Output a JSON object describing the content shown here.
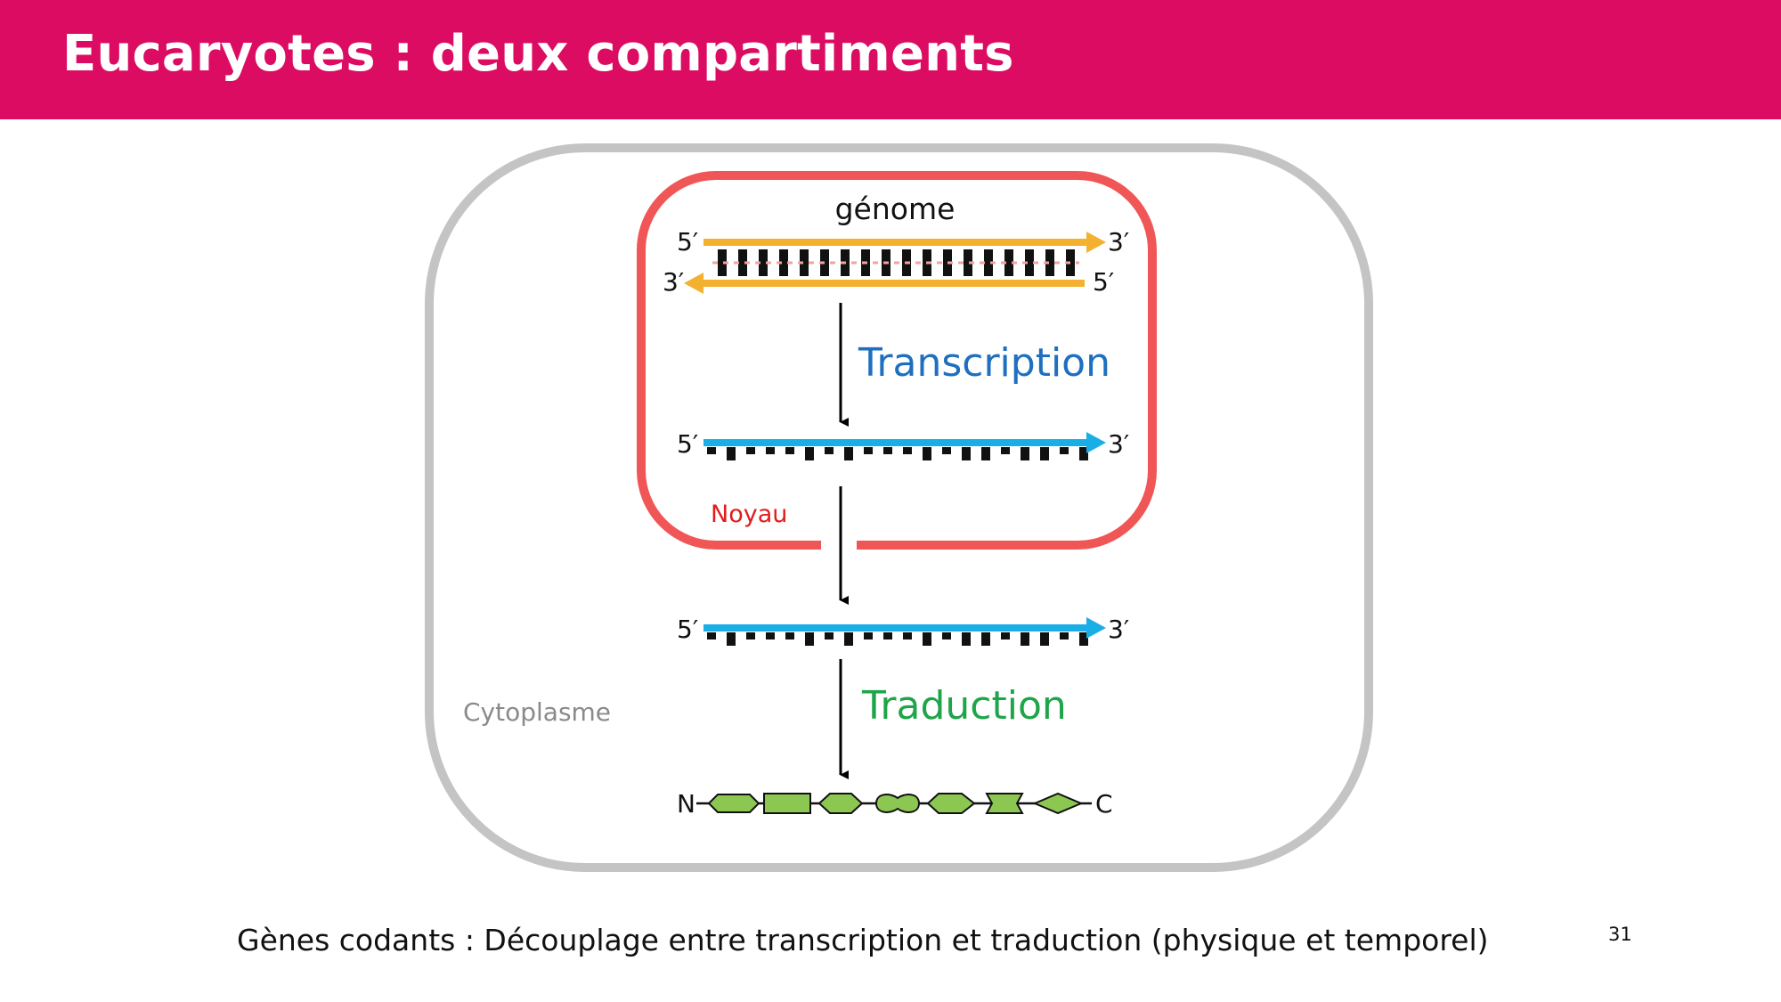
{
  "slide": {
    "title": "Eucaryotes : deux compartiments",
    "caption": "Gènes codants : Découplage entre transcription et traduction (physique et temporel)",
    "page_number": "31"
  },
  "colors": {
    "banner": "#db0c61",
    "cell_border": "#c4c4c4",
    "nucleus_border": "#f05656",
    "dna_strand": "#f3b12f",
    "rna_strand": "#1aaee6",
    "protein_domain": "#8cc751",
    "transcription_text": "#1e6fbf",
    "traduction_text": "#1ea54a",
    "noyau_text": "#e21b1b",
    "cytoplasme_text": "#8a8a8a"
  },
  "diagram": {
    "genome_label": "génome",
    "transcription_label": "Transcription",
    "traduction_label": "Traduction",
    "noyau_label": "Noyau",
    "cytoplasme_label": "Cytoplasme",
    "dna_top_left": "5′",
    "dna_top_right": "3′",
    "dna_bottom_left": "3′",
    "dna_bottom_right": "5′",
    "mrna_nucleus_left": "5′",
    "mrna_nucleus_right": "3′",
    "mrna_cyto_left": "5′",
    "mrna_cyto_right": "3′",
    "protein_n_terminus": "N",
    "protein_c_terminus": "C"
  }
}
